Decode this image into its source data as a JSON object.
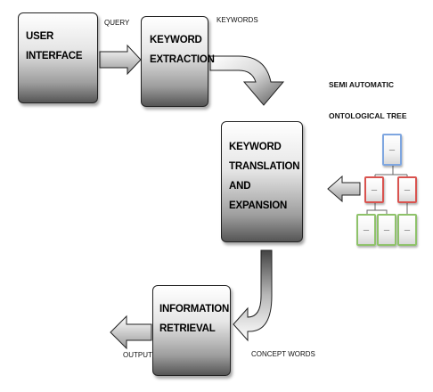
{
  "boxes": {
    "user_interface": "USER INTERFACE",
    "keyword_extraction": "KEYWORD\nEXTRACTION",
    "keyword_translation": "KEYWORD\nTRANSLATION\nAND EXPANSION",
    "information_retrieval": "INFORMATION\nRETRIEVAL"
  },
  "edge_labels": {
    "query": "QUERY",
    "keywords": "KEYWORDS",
    "concept_words": "CONCEPT WORDS",
    "output": "OUTPUT"
  },
  "tree": {
    "title_line1": "SEMI AUTOMATIC",
    "title_line2": "ONTOLOGICAL TREE",
    "node_mark": "—",
    "colors": {
      "root": "#7ea6e0",
      "middle": "#d9534f",
      "leaf": "#8ec26a"
    }
  }
}
